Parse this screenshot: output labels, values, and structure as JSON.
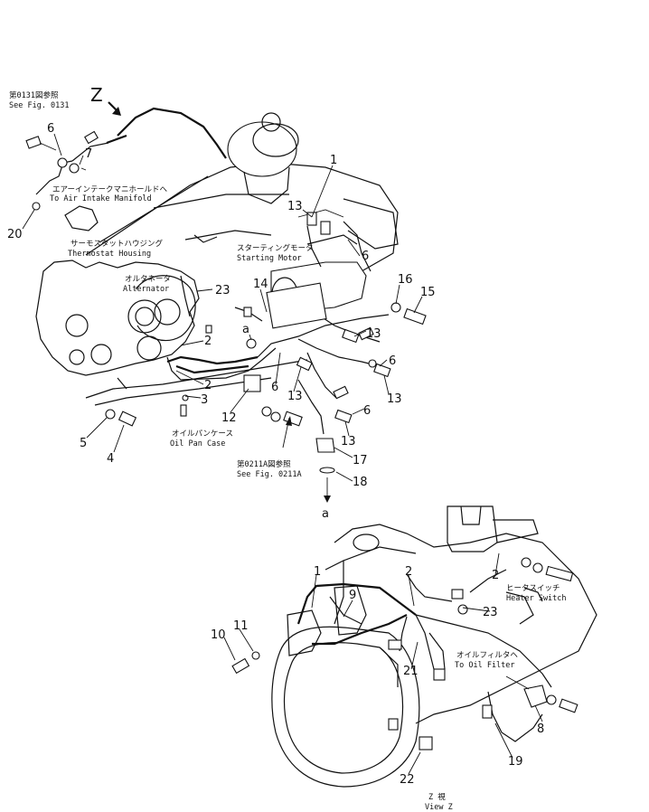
{
  "view_marker": "Z",
  "references": {
    "fig0131_jp": "第0131図参照",
    "fig0131_en": "See Fig. 0131",
    "fig0211a_jp": "第0211A図参照",
    "fig0211a_en": "See Fig. 0211A"
  },
  "labels": {
    "air_intake_jp": "エアーインテークマニホールドへ",
    "air_intake_en": "To Air Intake Manifold",
    "thermostat_jp": "サーモスタットハウジング",
    "thermostat_en": "Thermostat Housing",
    "alternator_jp": "オルタネータ",
    "alternator_en": "Alternator",
    "starting_motor_jp": "スターティングモータ",
    "starting_motor_en": "Starting Motor",
    "oil_pan_jp": "オイルパンケース",
    "oil_pan_en": "Oil Pan Case",
    "heater_switch_jp": "ヒータスイッチ",
    "heater_switch_en": "Heater Switch",
    "oil_filter_jp": "オイルフィルタへ",
    "oil_filter_en": "To Oil Filter",
    "view_z_jp": "Z 視",
    "view_z_en": "View Z",
    "point_a_top": "a",
    "point_a_bottom": "a"
  },
  "part_numbers": {
    "p1_top": "1",
    "p2_a": "2",
    "p2_b": "2",
    "p3": "3",
    "p4": "4",
    "p5": "5",
    "p6_a": "6",
    "p6_b": "6",
    "p6_c": "6",
    "p6_d": "6",
    "p6_e": "6",
    "p7": "7",
    "p12": "12",
    "p13_a": "13",
    "p13_b": "13",
    "p13_c": "13",
    "p13_d": "13",
    "p13_e": "13",
    "p14": "14",
    "p15": "15",
    "p16": "16",
    "p17": "17",
    "p18": "18",
    "p20": "20",
    "p23_top": "23",
    "p1_z": "1",
    "p2_z_a": "2",
    "p2_z_b": "2",
    "p8": "8",
    "p9": "9",
    "p10": "10",
    "p11": "11",
    "p19": "19",
    "p21": "21",
    "p22": "22",
    "p23_z": "23"
  }
}
